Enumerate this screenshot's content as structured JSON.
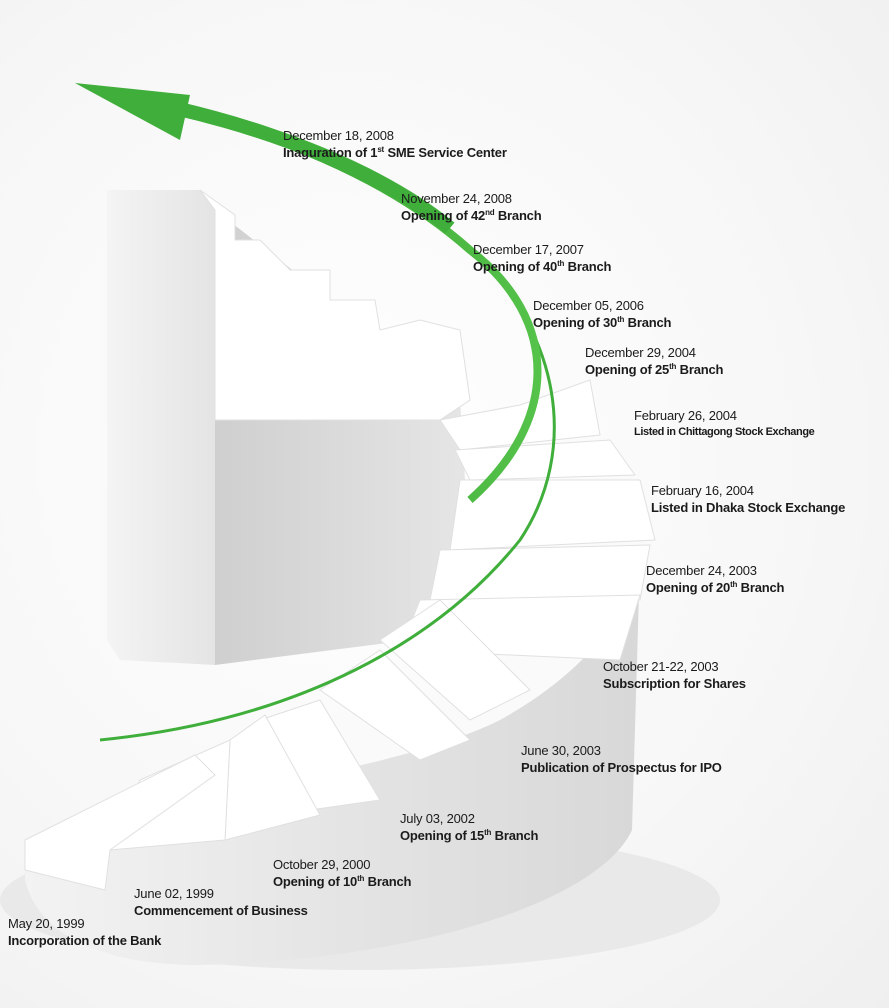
{
  "colors": {
    "arrow": "#3fae3a",
    "arrow_dark": "#2a8a2a",
    "stairs": "#ffffff",
    "column": "#d6d6d6",
    "text": "#1b1b1b"
  },
  "milestones": [
    {
      "date": "December 18, 2008",
      "pre": "Inaguration of 1",
      "sup": "st",
      "post": " SME Service Center"
    },
    {
      "date": "November 24, 2008",
      "pre": "Opening of 42",
      "sup": "nd",
      "post": " Branch"
    },
    {
      "date": "December 17, 2007",
      "pre": "Opening of 40",
      "sup": "th",
      "post": " Branch"
    },
    {
      "date": "December 05, 2006",
      "pre": "Opening of 30",
      "sup": "th",
      "post": " Branch"
    },
    {
      "date": "December 29, 2004",
      "pre": "Opening of 25",
      "sup": "th",
      "post": " Branch"
    },
    {
      "date": "February 26, 2004",
      "pre": "Listed in Chittagong Stock Exchange",
      "sup": "",
      "post": ""
    },
    {
      "date": "February 16, 2004",
      "pre": "Listed in Dhaka Stock Exchange",
      "sup": "",
      "post": ""
    },
    {
      "date": "December 24, 2003",
      "pre": "Opening of 20",
      "sup": "th",
      "post": " Branch"
    },
    {
      "date": "October 21-22, 2003",
      "pre": "Subscription for Shares",
      "sup": "",
      "post": ""
    },
    {
      "date": "June 30, 2003",
      "pre": "Publication of Prospectus for IPO",
      "sup": "",
      "post": ""
    },
    {
      "date": "July 03, 2002",
      "pre": "Opening of 15",
      "sup": "th",
      "post": " Branch"
    },
    {
      "date": "October 29, 2000",
      "pre": "Opening of 10",
      "sup": "th",
      "post": " Branch"
    },
    {
      "date": "June 02, 1999",
      "pre": "Commencement of Business",
      "sup": "",
      "post": ""
    },
    {
      "date": "May 20, 1999",
      "pre": "Incorporation of the Bank",
      "sup": "",
      "post": ""
    }
  ]
}
